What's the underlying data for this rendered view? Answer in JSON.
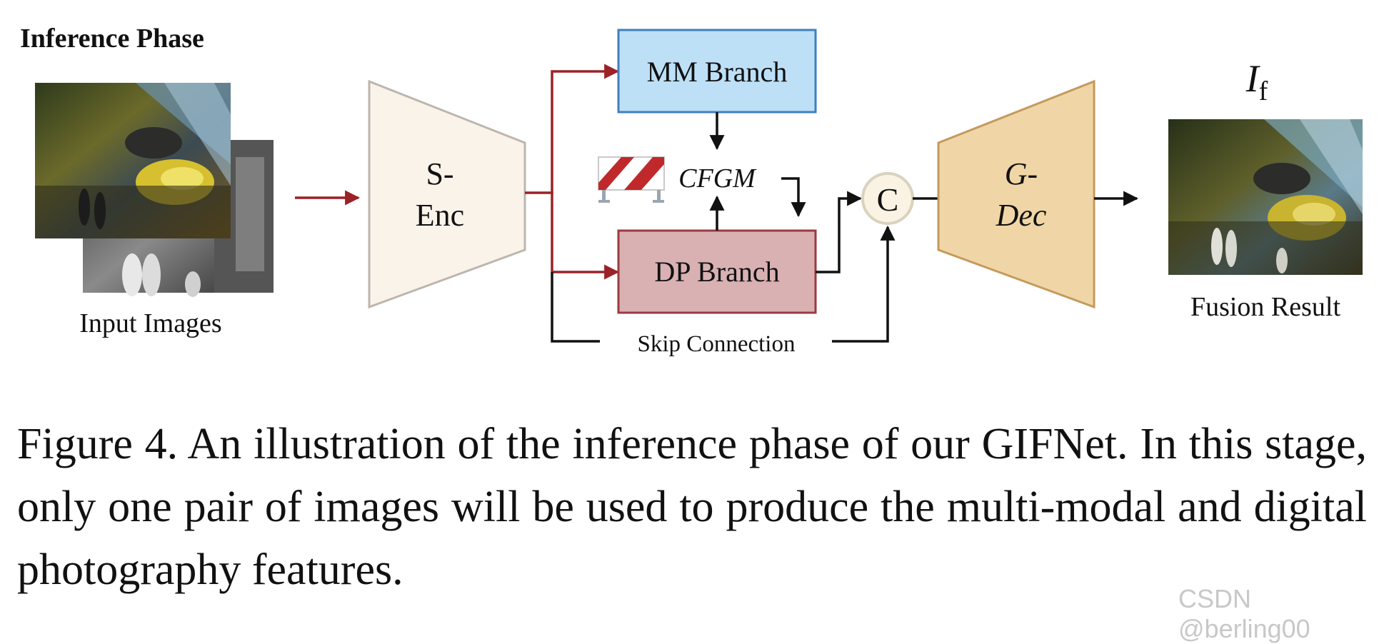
{
  "diagram": {
    "phase_title": "Inference Phase",
    "input_label": "Input Images",
    "encoder_line1": "S-",
    "encoder_line2": "Enc",
    "mm_branch": "MM Branch",
    "dp_branch": "DP Branch",
    "cfgm": "CFGM",
    "concat": "C",
    "decoder_line1": "G-",
    "decoder_line2": "Dec",
    "output_symbol": "I",
    "output_subscript": "f",
    "output_label": "Fusion Result",
    "skip_label": "Skip Connection"
  },
  "caption": "Figure 4.  An illustration of the inference phase of our GIFNet. In this stage, only one pair of images will be used to produce the multi-modal and digital photography features.",
  "watermark": "CSDN @berling00",
  "colors": {
    "red_arrow": "#9b2226",
    "black_arrow": "#111111",
    "encoder_fill": "#faf3ea",
    "encoder_stroke": "#bdb6ae",
    "mm_fill": "#bde0f7",
    "mm_stroke": "#3f7fbf",
    "dp_fill": "#d9b1b3",
    "dp_stroke": "#9c3a3f",
    "decoder_fill": "#f0d6a6",
    "decoder_stroke": "#c49a5c",
    "concat_fill": "#faf3e3",
    "concat_stroke": "#d8d2bf"
  }
}
